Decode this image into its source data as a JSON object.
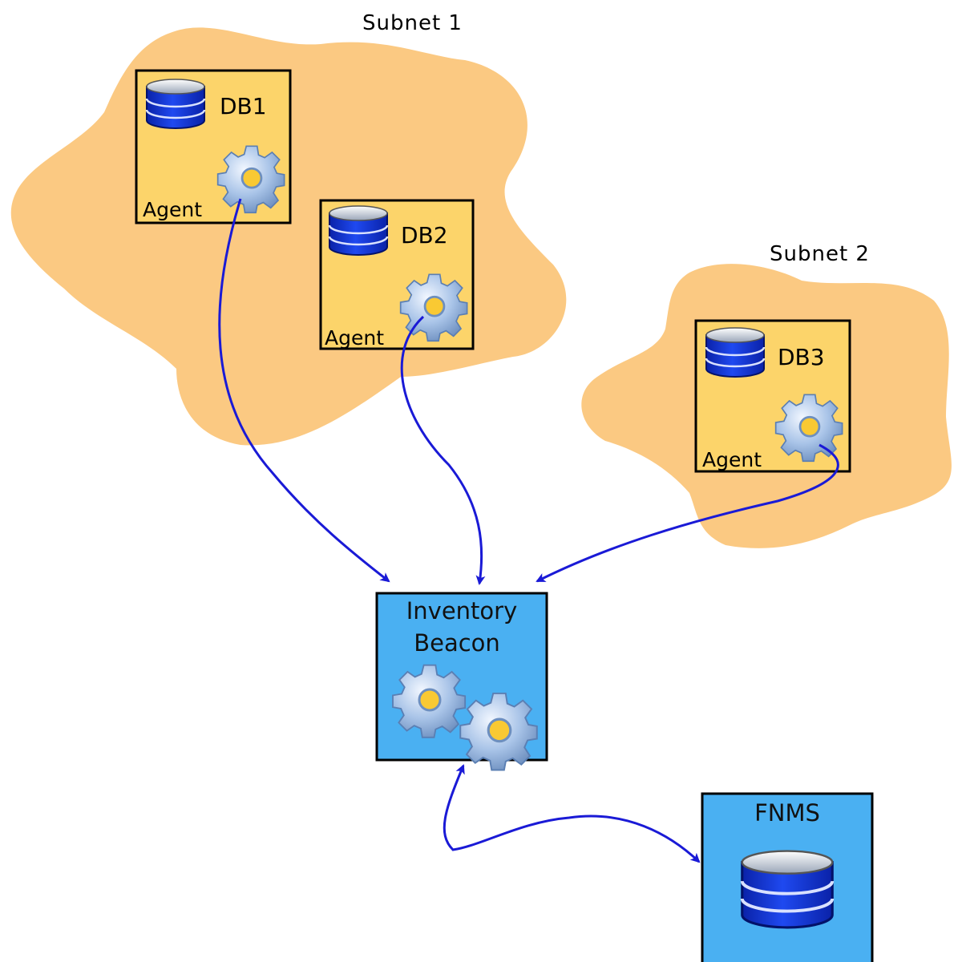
{
  "subnets": [
    {
      "label": "Subnet 1"
    },
    {
      "label": "Subnet 2"
    }
  ],
  "nodes": {
    "db1": {
      "label": "DB1",
      "agent_label": "Agent"
    },
    "db2": {
      "label": "DB2",
      "agent_label": "Agent"
    },
    "db3": {
      "label": "DB3",
      "agent_label": "Agent"
    },
    "beacon": {
      "line1": "Inventory",
      "line2": "Beacon"
    },
    "fnms": {
      "label": "FNMS"
    }
  },
  "colors": {
    "subnet_fill": "#fbc982",
    "agent_box_fill": "#fcd46a",
    "beacon_fill": "#4ab0f2",
    "db_blue": "#0a2fd6",
    "arrow": "#1a1ad6",
    "gear": "#8fb2de"
  },
  "icons": [
    "database-icon",
    "gear-icon"
  ]
}
